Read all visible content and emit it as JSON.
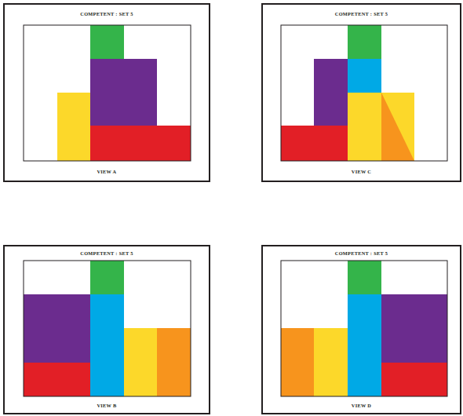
{
  "diagram": {
    "nodes": [
      {
        "text": [
          "COMPETENT : SET 5",
          "VIEW A"
        ]
      },
      {
        "text": [
          "COMPETENT : SET 5",
          "VIEW C"
        ]
      },
      {
        "text": [
          "COMPETENT : SET 5",
          "VIEW B"
        ]
      },
      {
        "text": [
          "COMPETENT : SET 5",
          "VIEW D"
        ]
      }
    ]
  }
}
